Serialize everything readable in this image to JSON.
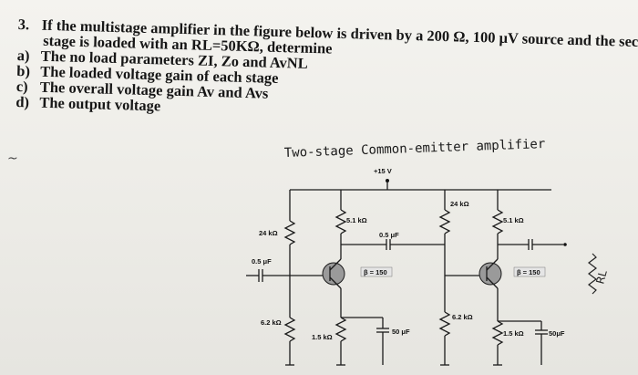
{
  "question": {
    "number": "3.",
    "line1": "If the multistage amplifier in the figure below is driven by a 200 Ω, 100 μV source and the second",
    "line2": "stage is loaded with an RL=50KΩ, determine",
    "parts": [
      {
        "letter": "a)",
        "text": "The no load parameters ZI, Zo and AvNL"
      },
      {
        "letter": "b)",
        "text": "The loaded voltage gain of each stage"
      },
      {
        "letter": "c)",
        "text": "The overall voltage gain Av and Avs"
      },
      {
        "letter": "d)",
        "text": "The output voltage"
      }
    ]
  },
  "margin_mark": "~",
  "diagram": {
    "title": "Two-stage Common-emitter amplifier",
    "supply": "+15 V",
    "labels": {
      "r1": "24 kΩ",
      "r2": "6.2 kΩ",
      "rc1": "5.1 kΩ",
      "re1": "1.5 kΩ",
      "cin": "0.5 μF",
      "ccouple": "0.5 μF",
      "ce1": "50 μF",
      "beta1": "β = 150",
      "r3": "24 kΩ",
      "r4": "6.2 kΩ",
      "rc2": "5.1 kΩ",
      "re2": "1.5 kΩ",
      "ce2": "50μF",
      "beta2": "β = 150",
      "rl": "RL"
    }
  }
}
